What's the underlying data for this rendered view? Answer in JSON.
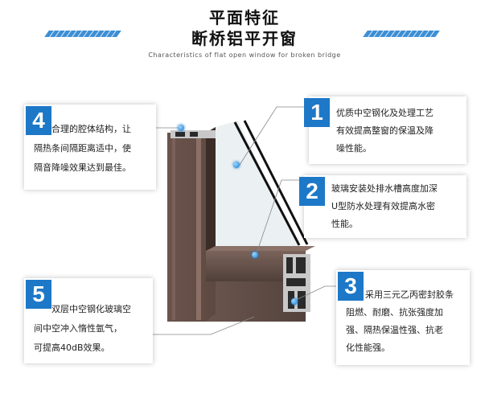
{
  "header": {
    "title_line1": "平面特征",
    "title_line2": "断桥铝平开窗",
    "subtitle": "Characteristics of flat open window for broken bridge"
  },
  "features": [
    {
      "number": "1",
      "lines": [
        "优质中空钢化及处理工艺",
        "有效提高整窗的保温及降",
        "噪性能。"
      ]
    },
    {
      "number": "2",
      "lines": [
        "玻璃安装处排水槽高度加深",
        "U型防水处理有效提高水密",
        "性能。"
      ]
    },
    {
      "number": "3",
      "lines": [
        "采用三元乙丙密封胶条",
        "阻燃、耐磨、抗张强度加",
        "强、隔热保温性强、抗老",
        "化性能强。"
      ]
    },
    {
      "number": "4",
      "lines": [
        "合理的腔体结构，让",
        "隔热条间隔距离适中，使",
        "隔音降噪效果达到最佳。"
      ]
    },
    {
      "number": "5",
      "lines": [
        "双层中空钢化玻璃空",
        "间中空冲入惰性氩气，",
        "可提高40dB效果。"
      ]
    }
  ],
  "colors": {
    "accent": "#1d78c8",
    "frame": "#5a4640",
    "frame_dark": "#3b2c27"
  }
}
